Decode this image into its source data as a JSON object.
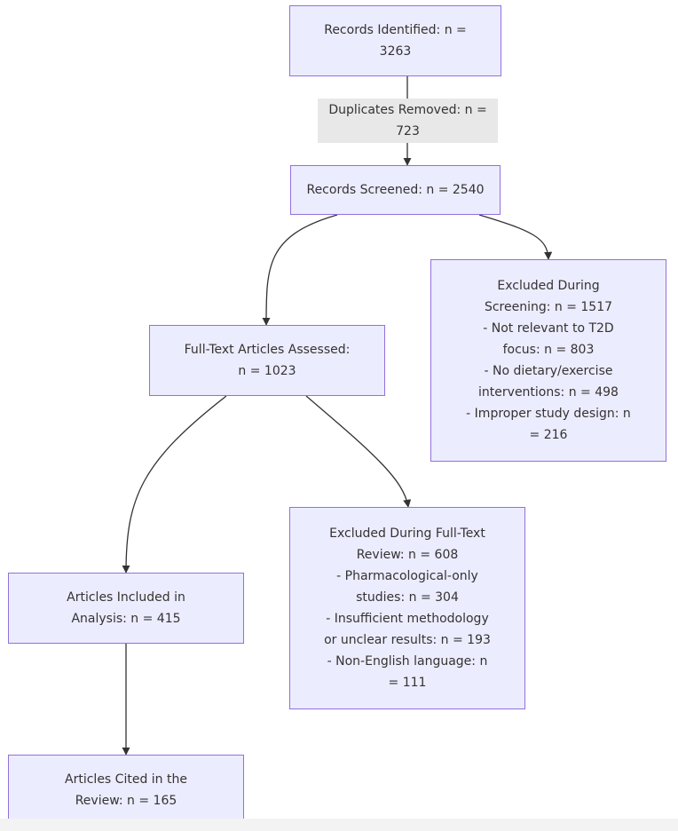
{
  "colors": {
    "node_fill": "#ececff",
    "node_border": "#9370db",
    "edge": "#333333",
    "edge_label_fill": "#e8e8e8",
    "text": "#333333"
  },
  "nodes": {
    "records_identified": [
      "Records Identified: n =",
      "3263"
    ],
    "records_screened": [
      "Records Screened: n = 2540"
    ],
    "excluded_screening": [
      "Excluded During",
      "Screening: n = 1517",
      "- Not relevant to T2D",
      "focus: n = 803",
      "- No dietary/exercise",
      "interventions: n = 498",
      "- Improper study design: n",
      "= 216"
    ],
    "fulltext_assessed": [
      "Full-Text Articles Assessed:",
      "n = 1023"
    ],
    "excluded_fulltext": [
      "Excluded During Full-Text",
      "Review: n = 608",
      "- Pharmacological-only",
      "studies: n = 304",
      "- Insufficient methodology",
      "or unclear results: n = 193",
      "- Non-English language: n",
      "= 111"
    ],
    "articles_included": [
      "Articles Included in",
      "Analysis: n = 415"
    ],
    "articles_cited": [
      "Articles Cited in the",
      "Review: n = 165"
    ]
  },
  "edge_labels": {
    "duplicates_removed": [
      "Duplicates Removed: n =",
      "723"
    ]
  }
}
